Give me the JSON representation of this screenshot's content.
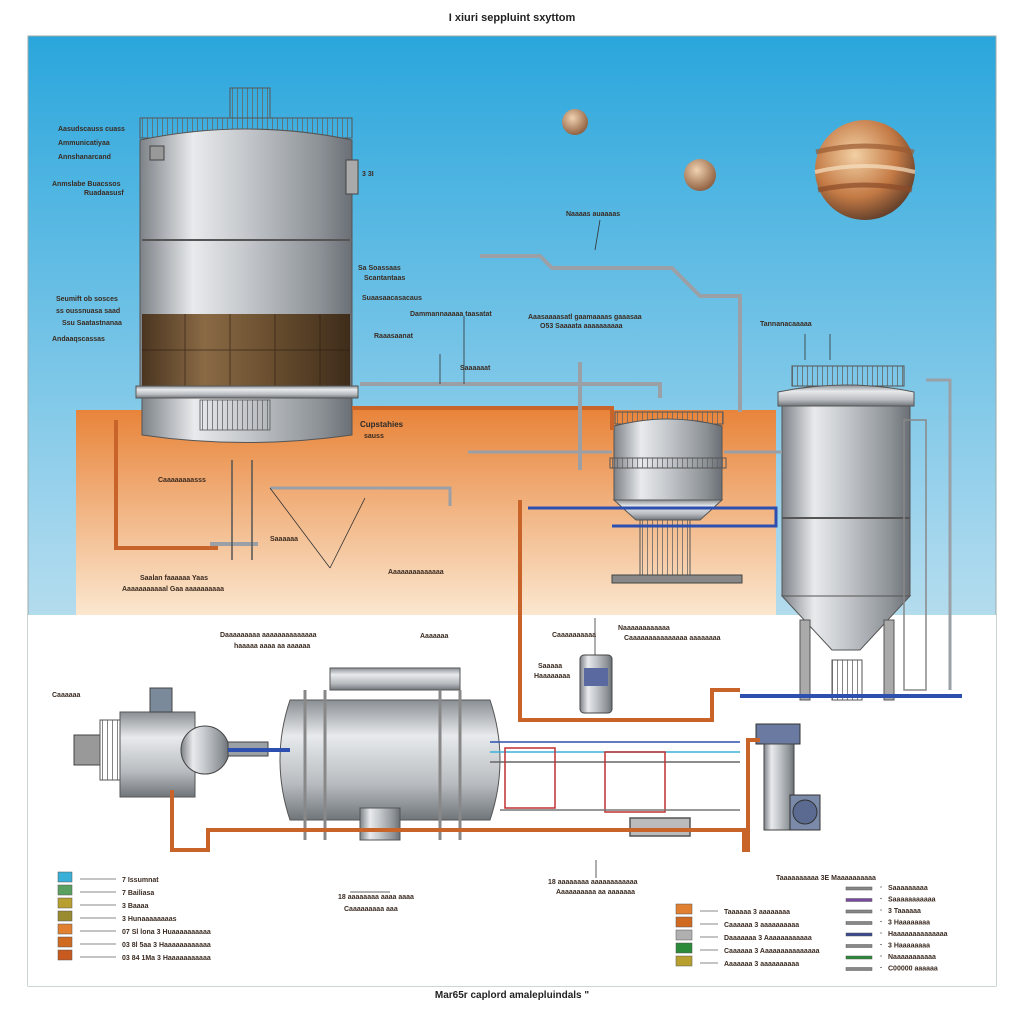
{
  "diagram": {
    "title": "I xiuri seppluint sxyttom",
    "footer": "Mar65r caplord amalepluindals \"",
    "colors": {
      "sky_top": "#2aa6dc",
      "sky_bottom": "#fdf4e6",
      "ground": "#e8934a",
      "pipe_copper": "#c8642a",
      "pipe_blue": "#2c4fb0",
      "pipe_gray": "#9aa0a6",
      "steel": "#c9ccd0",
      "bronze_band": "#6b5030"
    },
    "icons": [
      "planet-small-icon",
      "planet-moon-icon",
      "gas-giant-icon",
      "storage-tank-icon",
      "reactor-vessel-icon",
      "hopper-silo-icon",
      "horizontal-vessel-icon",
      "pump-icon"
    ],
    "labels": {
      "tank_left_1": "Aasudscauss cuass",
      "tank_left_2": "Ammunicatiyaa",
      "tank_left_3": "Annshanarcand",
      "tank_left_4": "Anmslabe Buacssos",
      "tank_left_5": "Ruadaasusf",
      "tank_left_6": "Seumift ob sosces",
      "tank_left_7": "ss oussnuasa saad",
      "tank_left_8": "Ssu Saatastnanaa",
      "tank_left_9": "Andaaqscassas",
      "tank_right_1": "3 3I",
      "tank_right_2": "Sa Soassaas",
      "tank_right_3": "Scantantaas",
      "tank_right_4": "Suaasaacasacaus",
      "tank_right_5": "Raaasaanat",
      "pipe_top": "Naaaas auaaaas",
      "mid_1": "Dammannaaaaa taasatat",
      "mid_2": "Aaasaaaasatl gaamaaaas gaaasaa",
      "mid_3": "O53 Saaaata aaaaaaaaaa",
      "mid_4": "Saaaaaat",
      "right_top": "Tannanacaaaaa",
      "ground_1": "Cupstahies",
      "ground_2": "sauss",
      "ground_3": "Caaaaaaaasss",
      "ground_4": "Saaaaaa",
      "ground_5": "Aaaaaaaaaaaaaa",
      "ground_6": "Saalan faaaaaa Yaas",
      "ground_7": "Aaaaaaaaaaal Gaa aaaaaaaaaa",
      "lower_1": "Daaaaaaaaa aaaaaaaaaaaaaa",
      "lower_2": "haaaaa aaaa aa aaaaaa",
      "lower_3": "Aaaaaaa",
      "lower_4": "Caaaaaa",
      "lower_5": "Caaaaaaaaaa",
      "lower_6": "Saaaaa",
      "lower_7": "Haaaaaaaa",
      "lower_8": "Naaaaaaaaaaaa",
      "lower_9": "Caaaaaaaaaaaaaaa aaaaaaaa",
      "bottom_1": "18 aaaaaaaa aaaa aaaa",
      "bottom_2": "Caaaaaaaaa aaa",
      "bottom_3": "18 aaaaaaaa aaaaaaaaaaaa",
      "bottom_4": "Aaaaaaaaaa aa aaaaaaa",
      "bottom_5": "Taaaaaaaaaa 3E Maaaaaaaaaa"
    },
    "legend_left": [
      {
        "color": "#3ab0d8",
        "label": "7 Issumnat"
      },
      {
        "color": "#5aa060",
        "label": "7 Bailiasa"
      },
      {
        "color": "#b8a030",
        "label": "3 Baaaa"
      },
      {
        "color": "#9a8a30",
        "label": "3 Hunaaaaaaaas"
      },
      {
        "color": "#e08030",
        "label": "07 Sl lona 3 Huaaaaaaaaaa"
      },
      {
        "color": "#d06a20",
        "label": "03 8l 5aa 3 Haaaaaaaaaaaa"
      },
      {
        "color": "#c85a20",
        "label": "03 84 1Ma 3 Haaaaaaaaaaa"
      }
    ],
    "legend_right_a": [
      {
        "color": "#e08030",
        "label": "Taaaaaa 3 aaaaaaaa"
      },
      {
        "color": "#d06a20",
        "label": "Caaaaaa 3 aaaaaaaaaa"
      },
      {
        "color": "#b0b0b0",
        "label": "Daaaaaaa 3 Aaaaaaaaaaaa"
      },
      {
        "color": "#2a8a3a",
        "label": "Caaaaaa 3 Aaaaaaaaaaaaaaa"
      },
      {
        "color": "#b8a030",
        "label": "Aaaaaaa 3 aaaaaaaaaa"
      }
    ],
    "legend_right_b": [
      {
        "color": "#888888",
        "label": "Saaaaaaaaa"
      },
      {
        "color": "#7a4aa0",
        "label": "Saaaaaaaaaaa"
      },
      {
        "color": "#888888",
        "label": "3 Taaaaaa"
      },
      {
        "color": "#888888",
        "label": "3 Haaaaaaaa"
      },
      {
        "color": "#3a4a90",
        "label": "Haaaaaaaaaaaaaa"
      },
      {
        "color": "#888888",
        "label": "3 Haaaaaaaa"
      },
      {
        "color": "#2a8a3a",
        "label": "Naaaaaaaaaaa"
      },
      {
        "color": "#888888",
        "label": "C00000 aaaaaa"
      }
    ]
  }
}
